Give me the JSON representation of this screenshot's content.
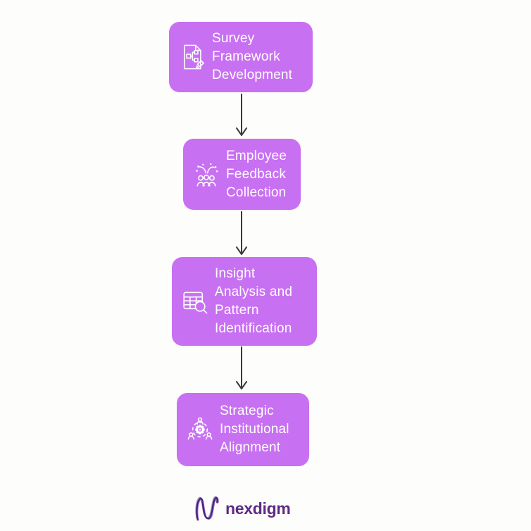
{
  "colors": {
    "background": "#fdfdfb",
    "box_fill": "#c870f2",
    "box_text": "#ffffff",
    "arrow": "#3a3a3a",
    "logo_text": "#5e2b86"
  },
  "flowchart": {
    "type": "vertical-process-flow",
    "steps": [
      {
        "label": "Survey\nFramework\nDevelopment",
        "icon": "document-edit-icon"
      },
      {
        "label": "Employee\nFeedback\nCollection",
        "icon": "people-celebration-icon"
      },
      {
        "label": "Insight\nAnalysis and\nPattern\nIdentification",
        "icon": "table-search-icon"
      },
      {
        "label": "Strategic\nInstitutional\nAlignment",
        "icon": "team-gear-icon"
      }
    ]
  },
  "footer": {
    "logo_text": "nexdigm"
  }
}
